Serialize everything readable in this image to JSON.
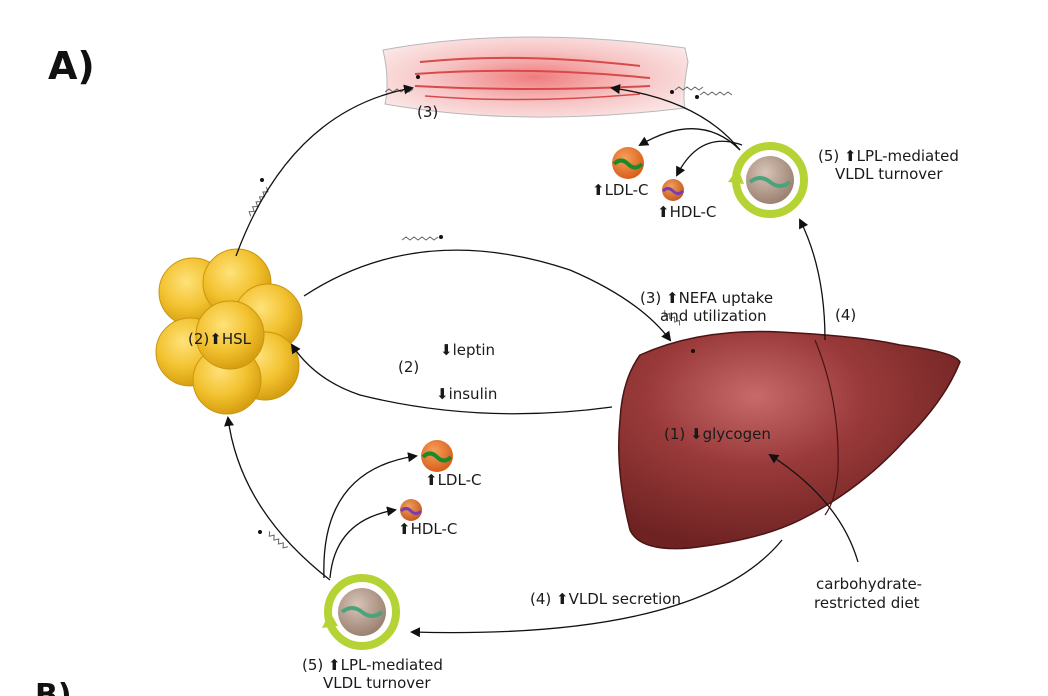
{
  "panel_label": "A)",
  "panel_b_partial": "B)",
  "labels": {
    "muscle_step": "(3)",
    "nefa_line1": "(3) ⬆NEFA uptake",
    "nefa_line2": "and utilization",
    "lpl_top_line1": "(5) ⬆LPL-mediated",
    "lpl_top_line2": "VLDL turnover",
    "ldl_top": "⬆LDL-C",
    "hdl_top": "⬆HDL-C",
    "step4_right": "(4)",
    "hsl": "(2)⬆HSL",
    "leptin": "⬇leptin",
    "step2": "(2)",
    "insulin": "⬇insulin",
    "glycogen": "(1) ⬇glycogen",
    "ldl_bottom": "⬆LDL-C",
    "hdl_bottom": "⬆HDL-C",
    "diet_line1": "carbohydrate-",
    "diet_line2": "restricted diet",
    "vldl_secretion": "(4) ⬆VLDL secretion",
    "lpl_bottom_line1": "(5) ⬆LPL-mediated",
    "lpl_bottom_line2": "VLDL turnover"
  },
  "colors": {
    "adipocyte": "#f2c12e",
    "liver": "#8e2f2f",
    "muscle": "#f3a3a3",
    "lpl_ring": "#b5d334",
    "ldl": "#e8772a",
    "hdl": "#8d4aa6",
    "arrow": "#111111"
  }
}
